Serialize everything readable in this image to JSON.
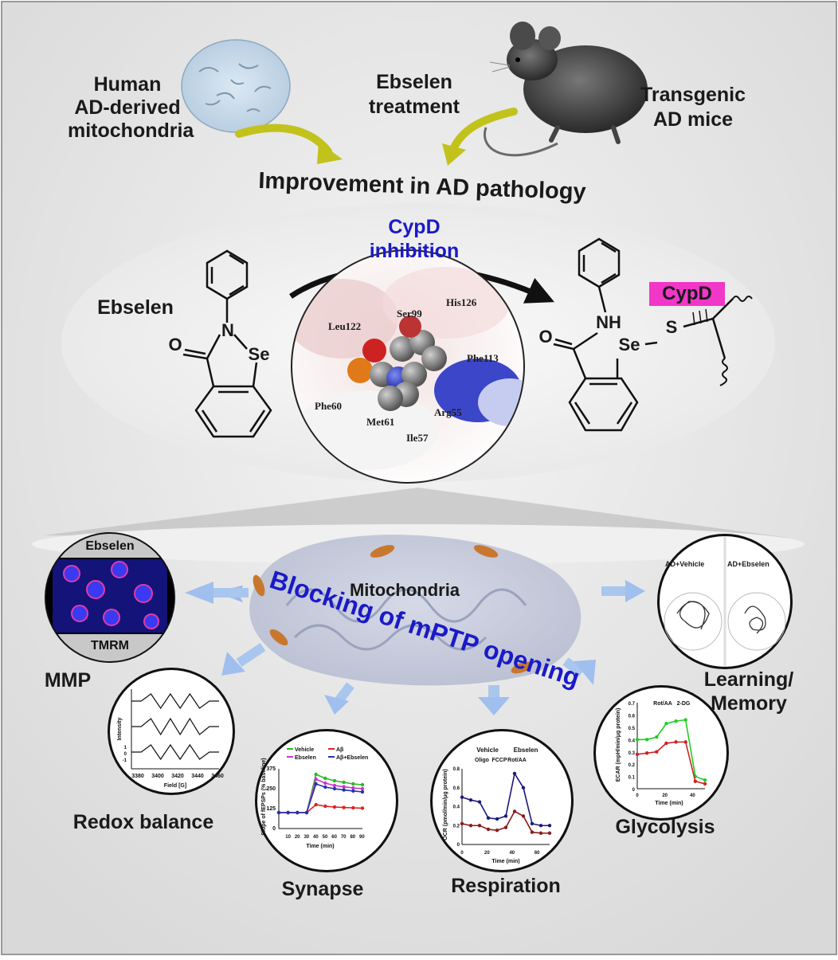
{
  "top": {
    "human_line1": "Human",
    "human_line2": "AD-derived",
    "human_line3": "mitochondria",
    "treat_line1": "Ebselen",
    "treat_line2": "treatment",
    "mice_line1": "Transgenic",
    "mice_line2": "AD mice",
    "improvement": "Improvement in AD pathology"
  },
  "mechanism": {
    "ebselen_label": "Ebselen",
    "cypd_line1": "CypD",
    "cypd_line2": "inhibition",
    "atom_o": "O",
    "atom_n": "N",
    "atom_se": "Se",
    "atom_nh": "NH",
    "atom_se2": "Se",
    "atom_s": "S",
    "cypd_tag": "CypD",
    "residues": {
      "his126": "His126",
      "ser99": "Ser99",
      "leu122": "Leu122",
      "phe113": "Phe113",
      "phe60": "Phe60",
      "arg55": "Arg55",
      "met61": "Met61",
      "ile57": "Ile57"
    }
  },
  "bottom": {
    "mito_label": "Mitochondria",
    "blocking": "Blocking of mPTP opening",
    "mmp_label": "MMP",
    "ebselen_img": "Ebselen",
    "tmrm_img": "TMRM",
    "redox_label": "Redox balance",
    "synapse_label": "Synapse",
    "respiration_label": "Respiration",
    "glycolysis_label": "Glycolysis",
    "learning_line1": "Learning/",
    "learning_line2": "Memory",
    "maze_left": "AD+Vehicle",
    "maze_right": "AD+Ebselen"
  },
  "colors": {
    "background": "#e6e6e6",
    "cypd_blue": "#1a1ac8",
    "cypd_tag": "#f037c8",
    "arrow_yellow": "#c8c81e",
    "arrow_blue": "#a9c6ee"
  },
  "chart_data": [
    {
      "type": "line",
      "title": "Redox balance",
      "xlabel": "Field [G]",
      "ylabel": "Intensity",
      "ticks_x": [
        "3380",
        "3400",
        "3420",
        "3440",
        "3460"
      ],
      "ticks_y": [
        "-1",
        "0",
        "1"
      ],
      "series": [
        {
          "values": [
            0,
            0,
            0.9,
            -0.9,
            0.9,
            -0.9,
            0.9,
            -0.9,
            0,
            0
          ]
        },
        {
          "values": [
            0,
            0,
            1,
            -1,
            1,
            -1,
            1,
            -1,
            0,
            0
          ]
        },
        {
          "values": [
            0,
            0,
            0.9,
            -0.9,
            0.9,
            -0.9,
            0.9,
            -0.9,
            0,
            0
          ]
        }
      ]
    },
    {
      "type": "line",
      "title": "Synapse",
      "xlabel": "Time (min)",
      "ylabel": "Slope of fEPSPs (% baseline)",
      "x": [
        0,
        10,
        20,
        30,
        40,
        50,
        60,
        70,
        80,
        90
      ],
      "ylim": [
        0,
        375
      ],
      "ticks_y": [
        "0",
        "125",
        "250",
        "375"
      ],
      "series": [
        {
          "name": "Vehicle",
          "color": "#22bb22",
          "values": [
            100,
            100,
            100,
            100,
            340,
            315,
            300,
            290,
            280,
            275
          ]
        },
        {
          "name": "Aβ",
          "color": "#dd2222",
          "values": [
            100,
            100,
            100,
            100,
            150,
            140,
            135,
            132,
            130,
            128
          ]
        },
        {
          "name": "Ebselen",
          "color": "#cc33cc",
          "values": [
            100,
            100,
            100,
            100,
            310,
            285,
            270,
            262,
            255,
            250
          ]
        },
        {
          "name": "Aβ+Ebselen",
          "color": "#2233aa",
          "values": [
            100,
            100,
            100,
            100,
            280,
            260,
            250,
            242,
            236,
            230
          ]
        }
      ]
    },
    {
      "type": "line",
      "title": "Respiration",
      "xlabel": "Time (min)",
      "ylabel": "OCR (pmol/min/μg protein)",
      "x": [
        0,
        7,
        14,
        21,
        28,
        35,
        42,
        49,
        56,
        63,
        70
      ],
      "ylim": [
        0,
        0.8
      ],
      "annotations": [
        "Oligo",
        "FCCP",
        "Rot/AA"
      ],
      "series": [
        {
          "name": "Vehicle",
          "color": "#1a1a7a",
          "values": [
            0.5,
            0.47,
            0.45,
            0.28,
            0.27,
            0.3,
            0.75,
            0.6,
            0.22,
            0.2,
            0.2
          ]
        },
        {
          "name": "Ebselen",
          "color": "#8b1a1a",
          "values": [
            0.22,
            0.2,
            0.2,
            0.16,
            0.15,
            0.18,
            0.35,
            0.3,
            0.13,
            0.12,
            0.12
          ]
        }
      ]
    },
    {
      "type": "line",
      "title": "Glycolysis",
      "xlabel": "Time (min)",
      "ylabel": "ECAR (mpH/min/μg protein)",
      "x": [
        0,
        7,
        14,
        21,
        28,
        35,
        42,
        49
      ],
      "ylim": [
        0,
        0.7
      ],
      "annotations": [
        "Rot/AA",
        "2-DG"
      ],
      "series": [
        {
          "color": "#22cc22",
          "values": [
            0.4,
            0.4,
            0.42,
            0.53,
            0.55,
            0.56,
            0.1,
            0.07
          ]
        },
        {
          "color": "#cc2222",
          "values": [
            0.28,
            0.29,
            0.3,
            0.37,
            0.38,
            0.38,
            0.06,
            0.04
          ]
        }
      ]
    }
  ]
}
